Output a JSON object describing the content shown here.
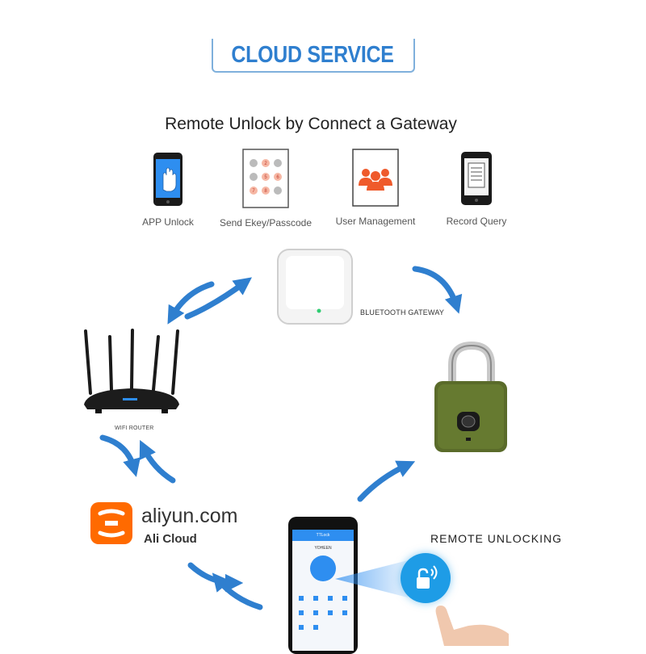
{
  "banner": {
    "title": "CLOUD SERVICE"
  },
  "subtitle": "Remote Unlock by Connect a Gateway",
  "features": [
    {
      "label": "APP Unlock",
      "icon": "hand-phone-icon"
    },
    {
      "label": "Send Ekey/Passcode",
      "icon": "keypad-icon"
    },
    {
      "label": "User Management",
      "icon": "users-icon"
    },
    {
      "label": "Record Query",
      "icon": "record-phone-icon"
    }
  ],
  "devices": {
    "gateway_label": "BLUETOOTH GATEWAY",
    "router_label": "WIFI ROUTER"
  },
  "cloud": {
    "name": "aliyun.com",
    "sub": "Ali Cloud"
  },
  "remote_label": "REMOTE UNLOCKING",
  "phone": {
    "app_title": "TTLock",
    "brand": "YOHEEN"
  },
  "colors": {
    "accent": "#2f7fcf",
    "arrow": "#2f7fcf",
    "lock_body": "#5a6b2a",
    "aliyun": "#ff6a00"
  }
}
